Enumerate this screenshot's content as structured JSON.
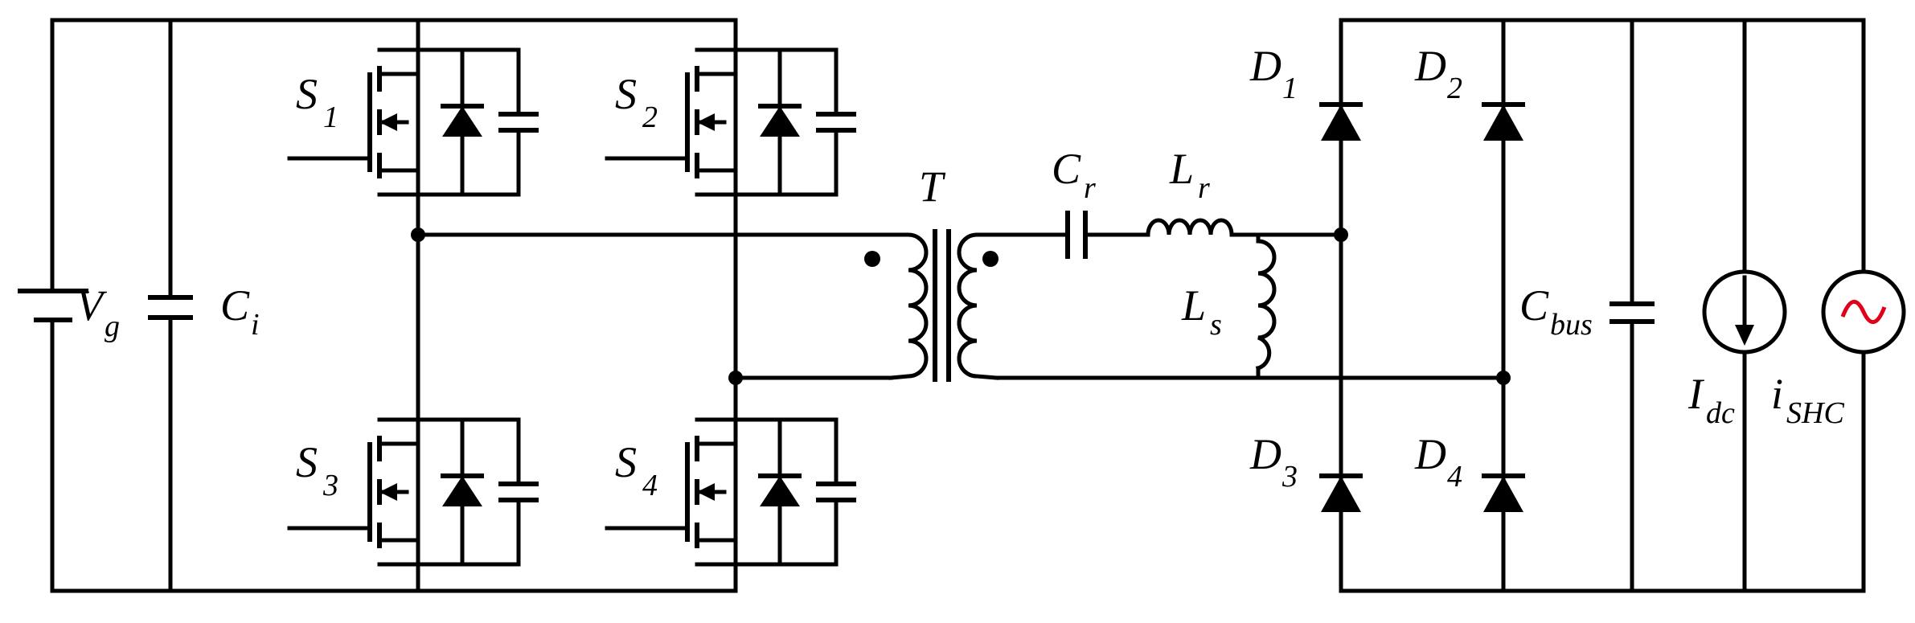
{
  "colors": {
    "wire": "#000000",
    "ac_source_wave": "#e0001a",
    "background": "#ffffff"
  },
  "labels": {
    "vg": {
      "main": "V",
      "sub": "g"
    },
    "ci": {
      "main": "C",
      "sub": "i"
    },
    "s1": {
      "main": "S",
      "sub": "1"
    },
    "s2": {
      "main": "S",
      "sub": "2"
    },
    "s3": {
      "main": "S",
      "sub": "3"
    },
    "s4": {
      "main": "S",
      "sub": "4"
    },
    "t": {
      "main": "T"
    },
    "cr": {
      "main": "C",
      "sub": "r"
    },
    "lr": {
      "main": "L",
      "sub": "r"
    },
    "ls": {
      "main": "L",
      "sub": "s"
    },
    "d1": {
      "main": "D",
      "sub": "1"
    },
    "d2": {
      "main": "D",
      "sub": "2"
    },
    "d3": {
      "main": "D",
      "sub": "3"
    },
    "d4": {
      "main": "D",
      "sub": "4"
    },
    "cbus": {
      "main": "C",
      "sub": "bus"
    },
    "idc": {
      "main": "I",
      "sub": "dc"
    },
    "ishc": {
      "main": "i",
      "sub": "SHC"
    }
  },
  "icons": {
    "dc_source": "battery-symbol-icon",
    "mosfet": "n-mosfet-icon",
    "diode": "diode-icon",
    "capacitor": "capacitor-icon",
    "inductor": "inductor-icon",
    "transformer": "transformer-icon",
    "current_source": "current-source-icon",
    "ac_source": "ac-voltage-source-icon"
  }
}
